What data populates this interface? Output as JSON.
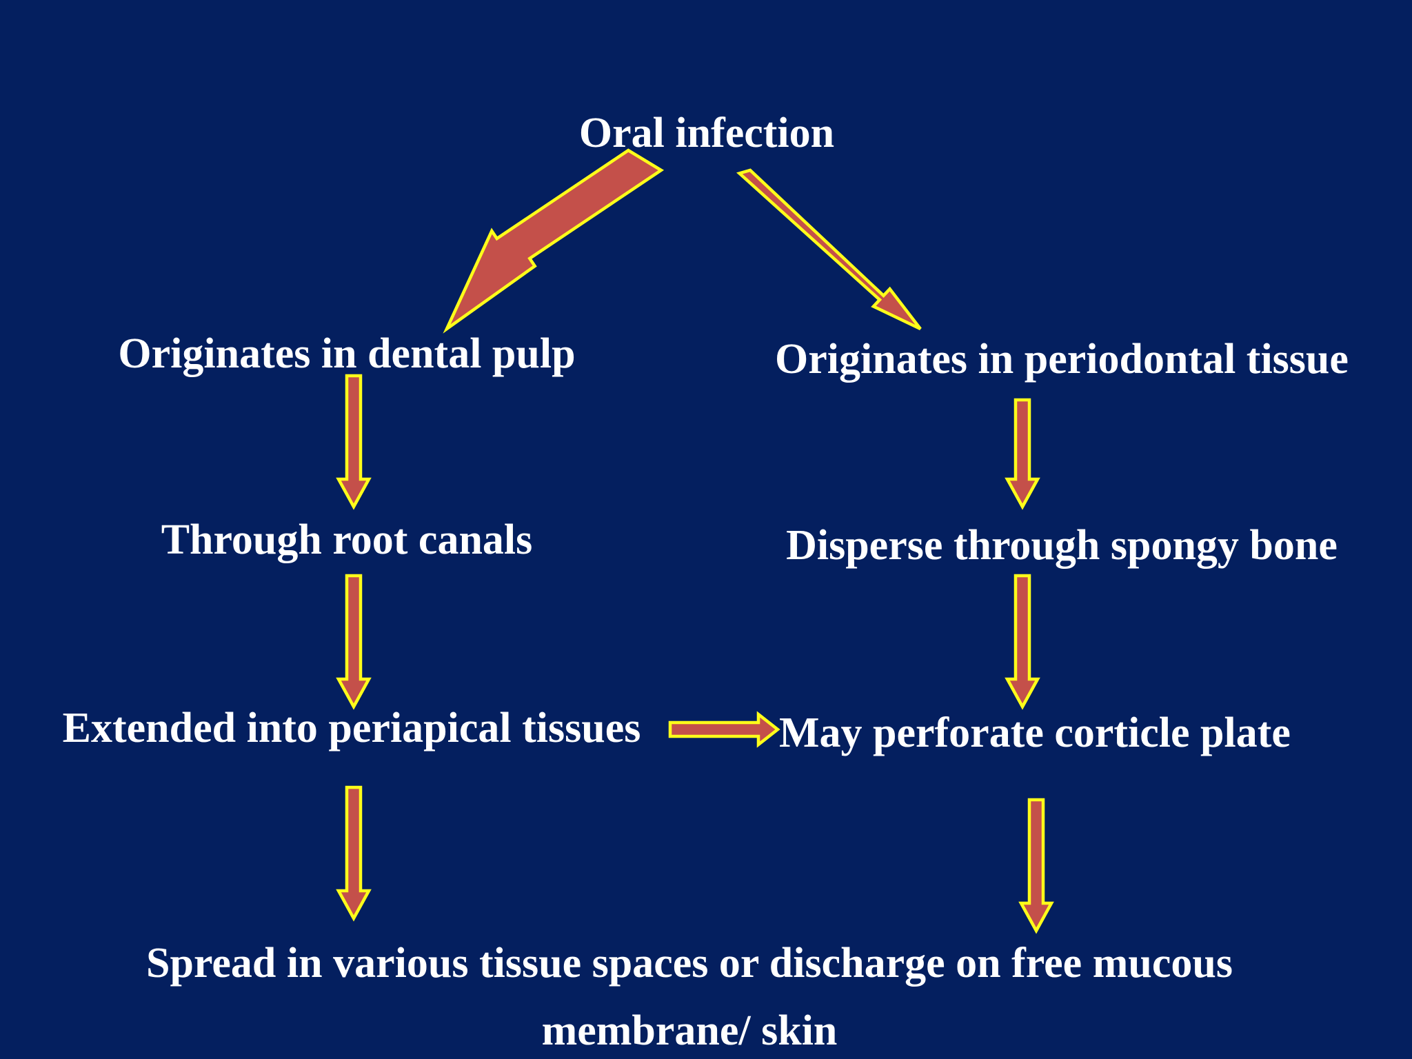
{
  "colors": {
    "background": "#041f5f",
    "text": "#ffffff",
    "arrow_fill": "#c4504a",
    "arrow_outline": "#ffff1a"
  },
  "nodes": {
    "oral_infection": "Oral infection",
    "dental_pulp": "Originates in dental pulp",
    "periodontal_tissue": "Originates in periodontal tissue",
    "root_canals": "Through root canals",
    "spongy_bone": "Disperse through spongy bone",
    "periapical_tissues": "Extended into periapical tissues",
    "corticle_plate": "May perforate corticle plate",
    "spread": "Spread in various tissue spaces or discharge on free mucous membrane/ skin"
  }
}
